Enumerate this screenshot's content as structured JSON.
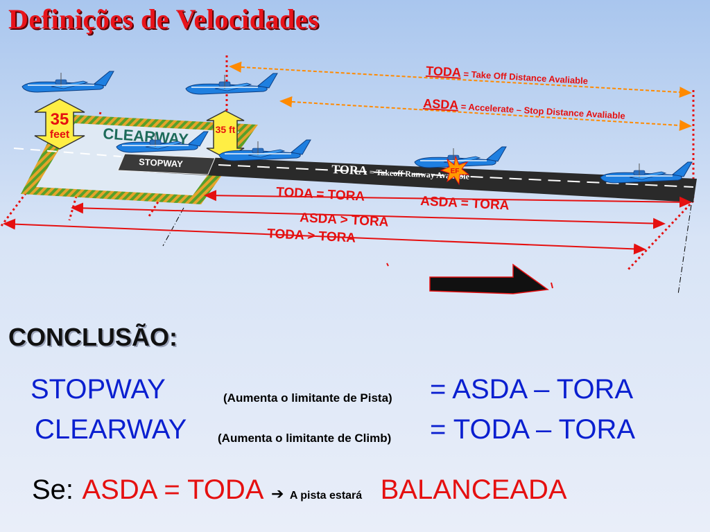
{
  "title": "Definições de Velocidades",
  "diagram": {
    "toda_abbr": "TODA",
    "toda_def": " = Take Off Distance Avaliable",
    "asda_abbr": "ASDA",
    "asda_def": " = Accelerate – Stop Distance Avaliable",
    "tora_abbr": "TORA",
    "tora_def": " = Takeoff Runway Avaliable",
    "clearway_label": "CLEARWAY",
    "stopway_label": "STOPWAY",
    "screen_height_number": "35",
    "screen_height_unit": "feet",
    "screen_height_alt": "35 ft",
    "engine_failure_marker": "EF",
    "case1_toda": "TODA = TORA",
    "case1_asda": "ASDA = TORA",
    "case2_asda": "ASDA > TORA",
    "case3_toda": "TODA > TORA"
  },
  "conclusion": {
    "heading": "CONCLUSÃO:",
    "stopway_term": "STOPWAY",
    "stopway_note": "(Aumenta o limitante de Pista)",
    "stopway_formula": "= ASDA – TORA",
    "clearway_term": "CLEARWAY",
    "clearway_note": "(Aumenta o limitante de Climb)",
    "clearway_formula": "= TODA – TORA",
    "if_label": "Se:",
    "condition": "ASDA = TODA",
    "arrow_icon": "arrow-right-icon",
    "result_prefix": "A pista estará",
    "result": "BALANCEADA"
  },
  "colors": {
    "title_red": "#e8141b",
    "formula_blue": "#0a1fd0",
    "runway_dark": "#2a2a2a",
    "plane_blue": "#1e7fe0",
    "clearway_green": "#5aa02a",
    "arrow_orange": "#ff8a00"
  }
}
